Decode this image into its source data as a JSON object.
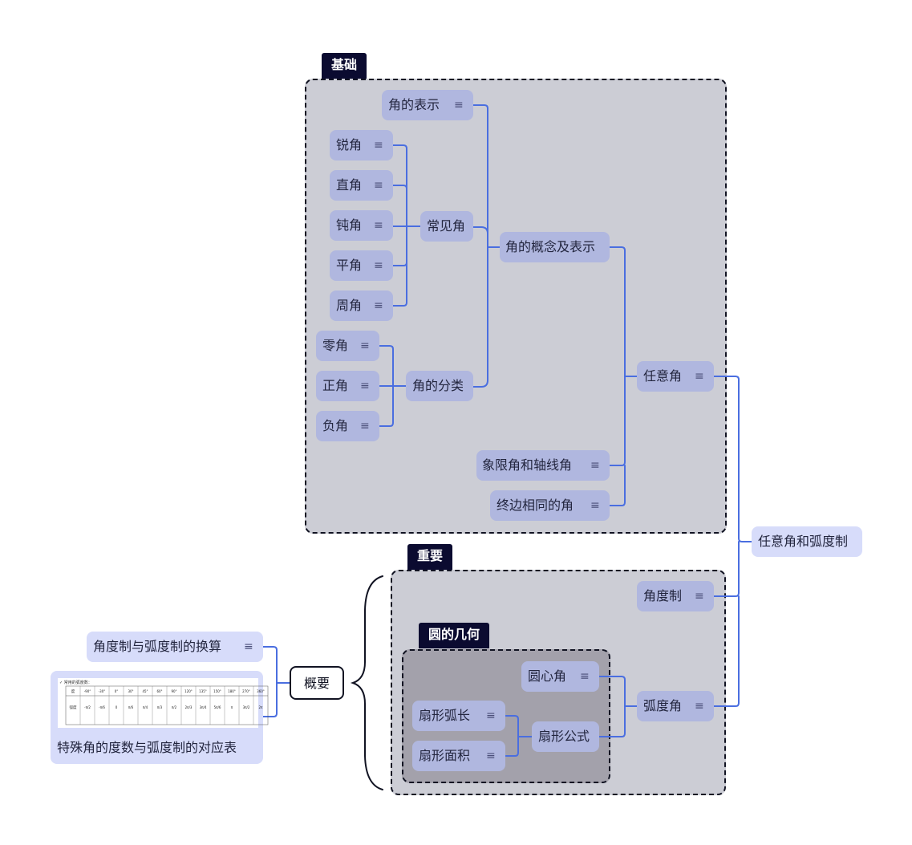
{
  "boundaries": {
    "basic": {
      "title": "基础"
    },
    "important": {
      "title": "重要"
    },
    "circle": {
      "title": "圆的几何"
    }
  },
  "nodes": {
    "root": "任意角和弧度制",
    "arbitrary_angle": "任意角",
    "concept": "角的概念及表示",
    "representation": "角的表示",
    "common": "常见角",
    "acute": "锐角",
    "right": "直角",
    "obtuse": "钝角",
    "straight": "平角",
    "full": "周角",
    "classification": "角的分类",
    "zero": "零角",
    "positive": "正角",
    "negative": "负角",
    "quadrant": "象限角和轴线角",
    "coterminal": "终边相同的角",
    "degree": "角度制",
    "radian": "弧度角",
    "central": "圆心角",
    "sector_formula": "扇形公式",
    "arc_length": "扇形弧长",
    "sector_area": "扇形面积",
    "summary": "概要",
    "conversion": "角度制与弧度制的换算",
    "table_caption": "特殊角的度数与弧度制的对应表"
  },
  "note_icon": "≡",
  "icons": {
    "note": "note-lines-icon"
  },
  "colors": {
    "connector": "#4a6ee0",
    "node": "#b0b7df",
    "boundary_fill": "#cccdd5",
    "inner_boundary_fill": "#a3a1ab",
    "title_bg": "#0b0b30"
  },
  "table_image": {
    "heading": "✓ 常用的弧度数：",
    "row1_label": "度",
    "row1": [
      "-90°",
      "-30°",
      "0°",
      "30°",
      "45°",
      "60°",
      "90°",
      "120°",
      "135°",
      "150°",
      "180°",
      "270°",
      "360°"
    ],
    "row2_label": "弧度",
    "row2": [
      "-π/2",
      "-π/6",
      "0",
      "π/6",
      "π/4",
      "π/3",
      "π/2",
      "2π/3",
      "3π/4",
      "5π/6",
      "π",
      "3π/2",
      "2π"
    ]
  }
}
